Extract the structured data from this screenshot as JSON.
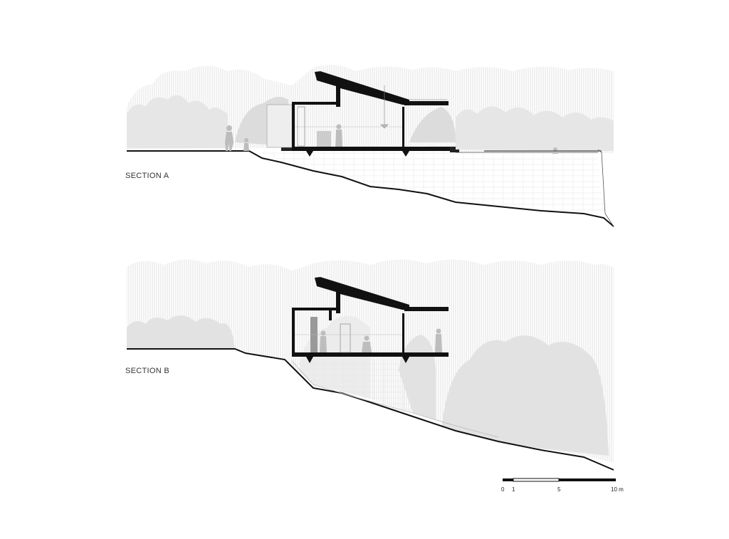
{
  "sections": [
    {
      "label": "SECTION A"
    },
    {
      "label": "SECTION B"
    }
  ],
  "scale_bar": {
    "ticks": [
      "0",
      "1",
      "5",
      "10 m"
    ]
  },
  "colors": {
    "ink": "#111111",
    "vegetation": "#e6e6e6",
    "vegetation_dark": "#d8d8d8",
    "hatch": "#cfcfcf"
  }
}
